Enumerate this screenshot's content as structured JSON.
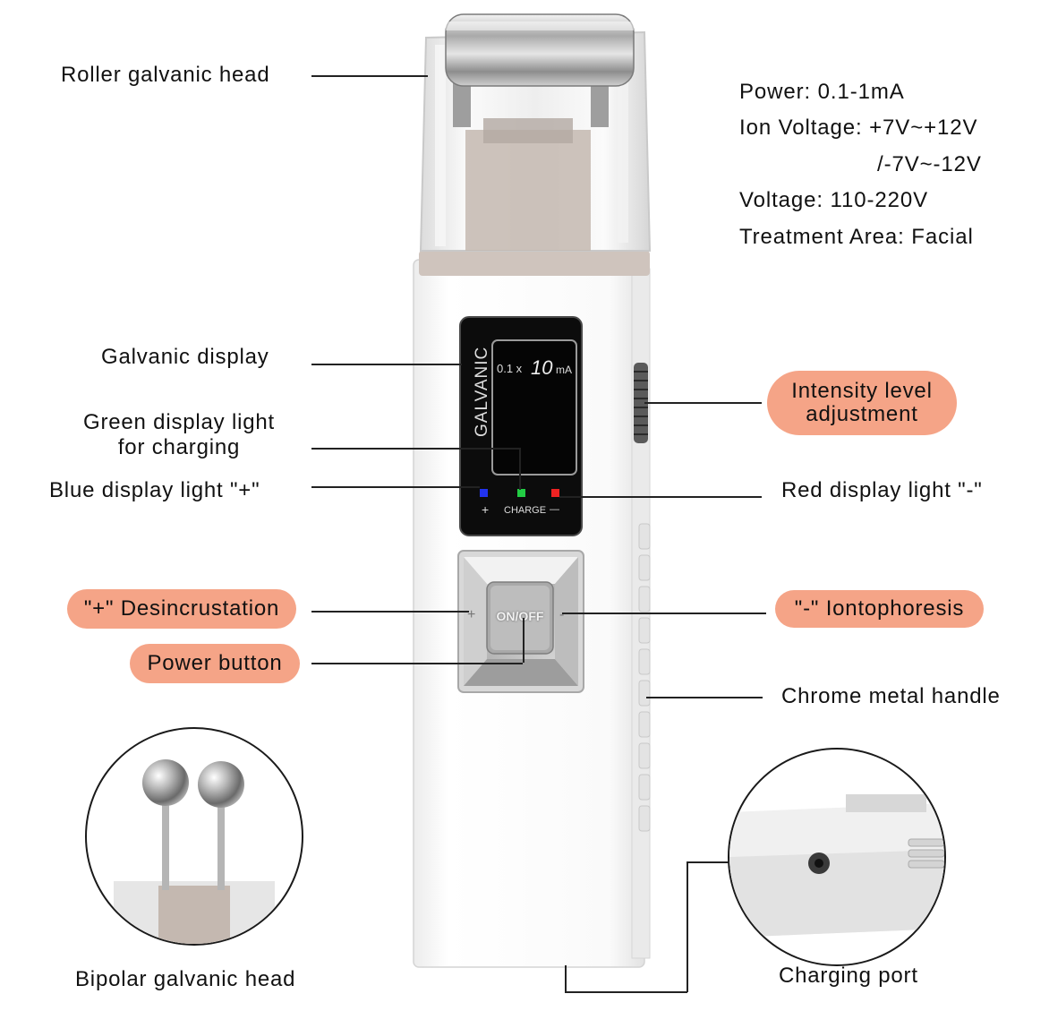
{
  "specs": {
    "power": "Power: 0.1-1mA",
    "ion_voltage_1": "Ion Voltage: +7V~+12V",
    "ion_voltage_2": "/-7V~-12V",
    "voltage": "Voltage: 110-220V",
    "treatment_area": "Treatment Area: Facial"
  },
  "labels": {
    "roller_head": "Roller galvanic head",
    "galvanic_display": "Galvanic display",
    "green_light_1": "Green display light",
    "green_light_2": "for charging",
    "blue_light": "Blue display light \"+\"",
    "red_light": "Red display light \"-\"",
    "intensity_1": "Intensity level",
    "intensity_2": "adjustment",
    "desincrustation": "\"+\" Desincrustation",
    "iontophoresis": "\"-\" Iontophoresis",
    "power_button": "Power button",
    "chrome_handle": "Chrome metal handle",
    "bipolar_head": "Bipolar galvanic head",
    "charging_port": "Charging port"
  },
  "screen": {
    "brand": "GALVANIC",
    "multiplier": "0.1 x",
    "value": "10",
    "unit": "mA",
    "plus": "+",
    "charge": "CHARGE",
    "minus": "—"
  },
  "button": {
    "center": "ON/OFF",
    "plus": "+",
    "minus": "-"
  },
  "colors": {
    "pill": "#f5a487",
    "blue_led": "#2233ee",
    "green_led": "#22cc44",
    "red_led": "#ee2222"
  }
}
